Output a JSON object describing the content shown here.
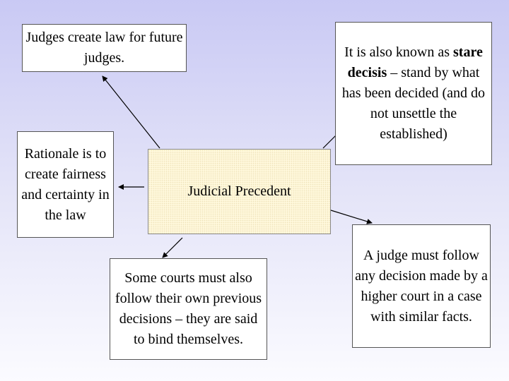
{
  "center": {
    "label": "Judicial Precedent"
  },
  "nodes": {
    "top_left": {
      "text": "Judges create law for future judges."
    },
    "top_right": {
      "text_before": "It is also known as ",
      "emphasis": "stare decisis",
      "text_after": " – stand by what has been decided (and do not unsettle the established)"
    },
    "left": {
      "text": "Rationale is to create fairness and certainty in the law"
    },
    "bottom_center": {
      "text": "Some courts must also follow their own previous decisions – they are said to bind themselves."
    },
    "bottom_right": {
      "text": "A judge must follow any decision made by a higher court in a case with similar facts."
    }
  },
  "colors": {
    "background_top": "#c9c9f4",
    "background_bottom": "#fbfbff",
    "center_fill": "#fff8dc",
    "arrow": "#000000"
  }
}
